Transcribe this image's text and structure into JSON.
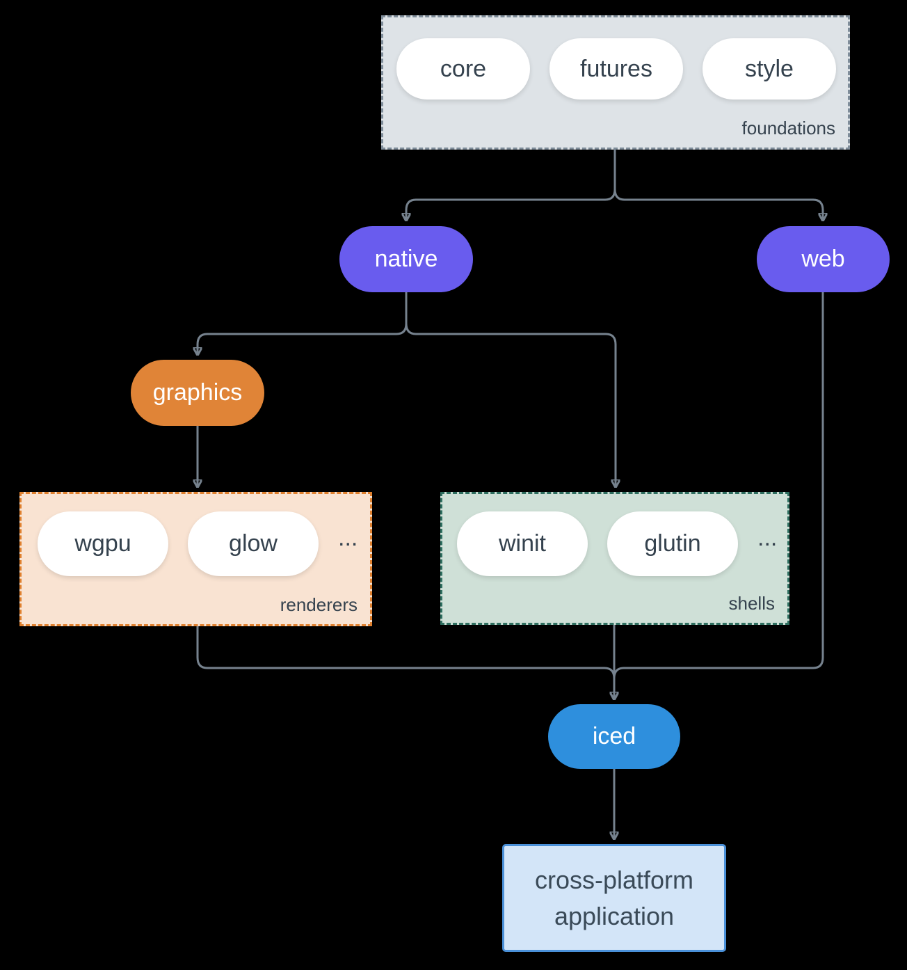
{
  "colors": {
    "background": "#000000",
    "edge": "#76828E",
    "foundations_fill": "#DEE3E7",
    "foundations_border": "#7E8C99",
    "renderers_fill": "#F9E3D2",
    "renderers_border": "#E0812F",
    "shells_fill": "#CFE0D7",
    "shells_border": "#2E6E5F",
    "native_fill": "#695CEE",
    "web_fill": "#695CEE",
    "graphics_fill": "#E08437",
    "iced_fill": "#2E8FDD",
    "application_fill": "#D3E5F8",
    "application_border": "#4A90D8",
    "dark_text": "#35424E",
    "light_text": "#FFFFFF"
  },
  "groups": {
    "foundations": {
      "label": "foundations",
      "pills": [
        "core",
        "futures",
        "style"
      ]
    },
    "renderers": {
      "label": "renderers",
      "pills": [
        "wgpu",
        "glow"
      ],
      "ellipsis": "..."
    },
    "shells": {
      "label": "shells",
      "pills": [
        "winit",
        "glutin"
      ],
      "ellipsis": "..."
    }
  },
  "nodes": {
    "native": "native",
    "web": "web",
    "graphics": "graphics",
    "iced": "iced",
    "application": {
      "line1": "cross-platform",
      "line2": "application"
    }
  }
}
